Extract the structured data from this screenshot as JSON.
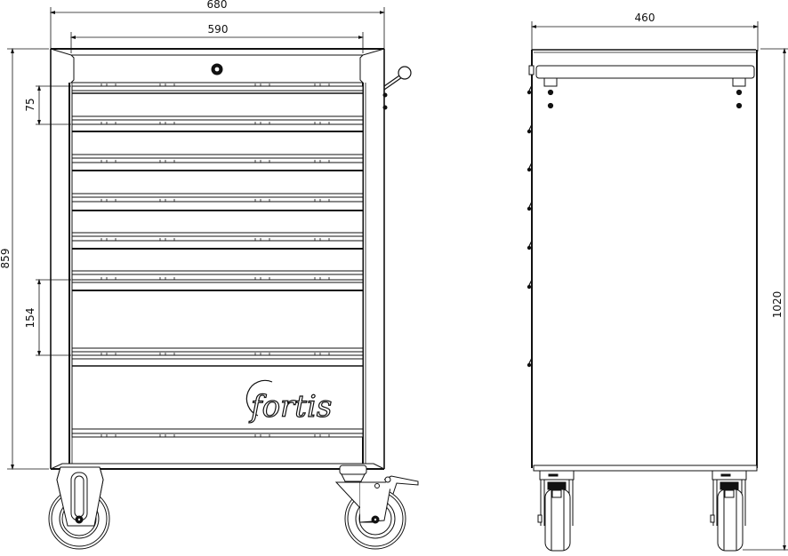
{
  "drawing": {
    "type": "technical-drawing",
    "subject": "tool trolley front and side elevation",
    "brand_logo": "fortis",
    "stroke_color": "#111111",
    "background": "#ffffff"
  },
  "front_view": {
    "dimensions": {
      "overall_width": "680",
      "inner_width": "590",
      "height_to_base": "859",
      "small_drawer_height": "75",
      "large_drawer_height": "154"
    },
    "drawer_count": 7,
    "features": [
      "lock-icon",
      "side-handle",
      "fixed-caster",
      "swivel-caster-with-brake"
    ]
  },
  "side_view": {
    "dimensions": {
      "depth": "460",
      "overall_height": "1020"
    },
    "features": [
      "top-rail",
      "drawer-handles",
      "caster-wheels"
    ]
  }
}
